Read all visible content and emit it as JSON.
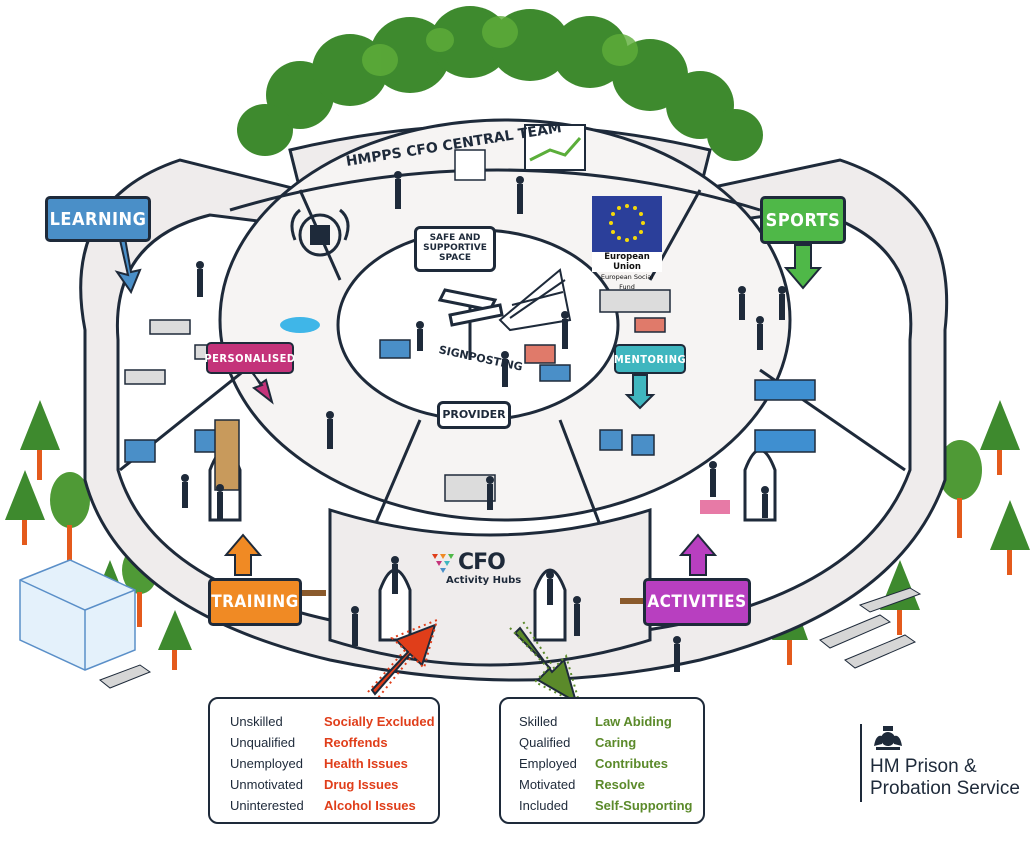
{
  "signs": {
    "learning": "LEARNING",
    "sports": "SPORTS",
    "training": "TRAINING",
    "activities": "ACTIVITIES",
    "personalised": "PERSONALISED",
    "mentoring": "MENTORING"
  },
  "labels": {
    "central_team": "HMPPS CFO CENTRAL TEAM",
    "safe_space": "SAFE AND SUPPORTIVE SPACE",
    "signposting": "SIGNPOSTING",
    "provider": "PROVIDER"
  },
  "eu_flag": {
    "title": "European Union",
    "subtitle": "European Social Fund"
  },
  "cfo_logo": {
    "word": "CFO",
    "subtitle": "Activity Hubs"
  },
  "before": {
    "descriptors": [
      "Unskilled",
      "Unqualified",
      "Unemployed",
      "Unmotivated",
      "Uninterested"
    ],
    "issues": [
      "Socially Excluded",
      "Reoffends",
      "Health Issues",
      "Drug Issues",
      "Alcohol Issues"
    ]
  },
  "after": {
    "descriptors": [
      "Skilled",
      "Qualified",
      "Employed",
      "Motivated",
      "Included"
    ],
    "outcomes": [
      "Law Abiding",
      "Caring",
      "Contributes",
      "Resolve",
      "Self-Supporting"
    ]
  },
  "hmpps_logo": {
    "line1": "HM Prison &",
    "line2": "Probation Service"
  },
  "colors": {
    "learning": "#4a8fc8",
    "sports": "#4fb848",
    "training": "#f08a24",
    "activities": "#b83fc0",
    "personalised": "#c4337a",
    "mentoring": "#3fb6bf",
    "negative": "#e03e1a",
    "positive": "#5b8a2a",
    "outline": "#1e2a3a"
  }
}
